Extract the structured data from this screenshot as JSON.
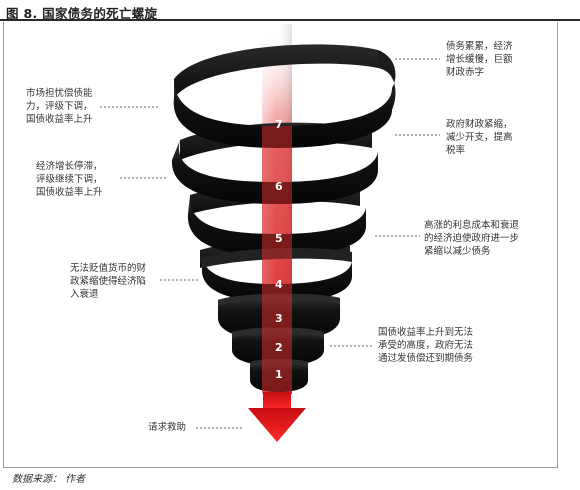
{
  "title": "图 8. 国家债务的死亡螺旋",
  "source": "数据来源： 作者",
  "rings": [
    "1",
    "2",
    "3",
    "4",
    "5",
    "6",
    "7"
  ],
  "notes": {
    "top_right": "债务累累，经济\n增长缓慢，巨额\n财政赤字",
    "left_top": "市场担忧偿债能\n力，评级下调，\n国债收益率上升",
    "right_2": "政府财政紧缩，\n减少开支，提高\n税率",
    "left_2": "经济增长停滞，\n评级继续下调，\n国债收益率上升",
    "right_3": "高涨的利息成本和衰退\n的经济迫使政府进一步\n紧缩以减少债务",
    "left_3": "无法贬值货币的财\n政紧缩使得经济陷\n入衰退",
    "right_4": "国债收益率上升到无法\n承受的高度，政府无法\n通过发债偿还到期债务",
    "bottom": "请求救助"
  },
  "colors": {
    "ring": "#101010",
    "ring_edge": "#3a3a3a",
    "arrow": "#e8161c",
    "shaft": "#e24a4a"
  }
}
